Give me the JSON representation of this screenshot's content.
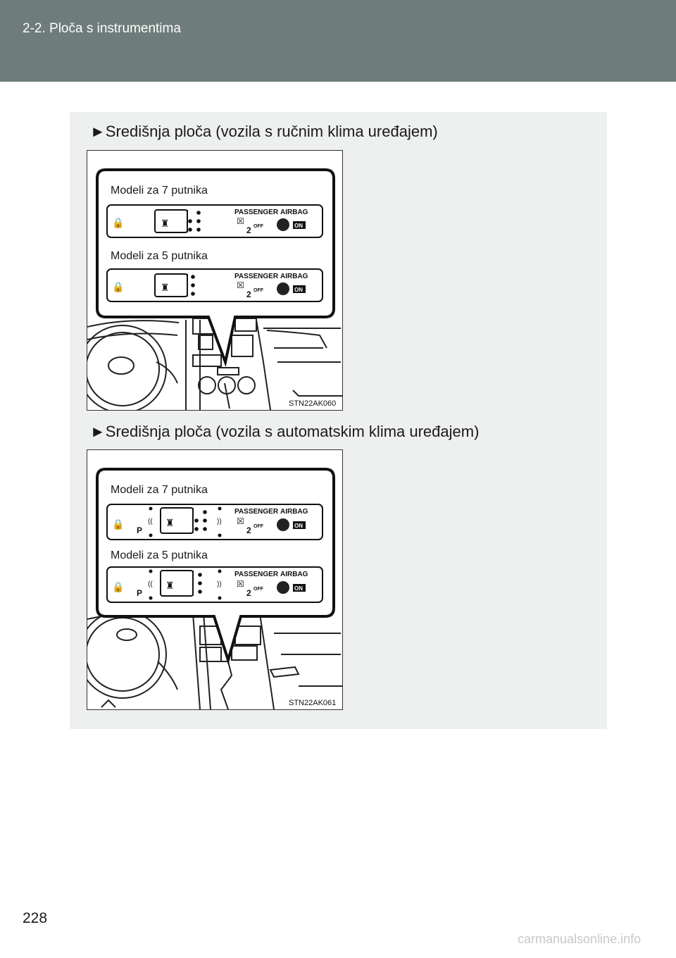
{
  "header": {
    "title": "2-2. Ploča s instrumentima"
  },
  "sections": [
    {
      "heading": "►Središnja ploča (vozila s ručnim klima uređajem)",
      "figure": {
        "label_7": "Modeli za 7 putnika",
        "label_5": "Modeli za 5 putnika",
        "passenger": "PASSENGER",
        "airbag": "AIRBAG",
        "off": "OFF",
        "on": "ON",
        "seat_number": "2",
        "code": "STN22AK060"
      }
    },
    {
      "heading": "►Središnja ploča (vozila s automatskim klima uređajem)",
      "figure": {
        "label_7": "Modeli za 7 putnika",
        "label_5": "Modeli za 5 putnika",
        "passenger": "PASSENGER",
        "airbag": "AIRBAG",
        "off": "OFF",
        "on": "ON",
        "seat_number": "2",
        "p_symbol": "P",
        "code": "STN22AK061"
      }
    }
  ],
  "footer": {
    "page_number": "228",
    "watermark": "carmanualsonline.info"
  }
}
